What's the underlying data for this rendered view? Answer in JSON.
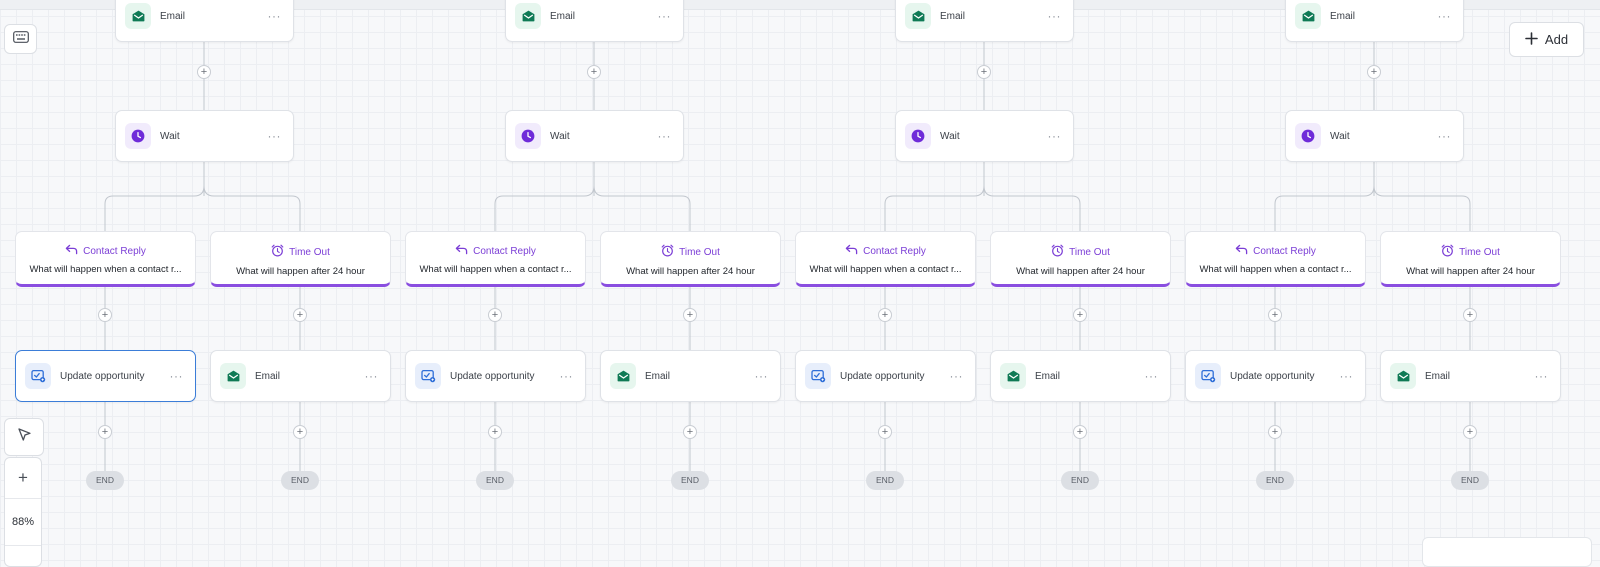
{
  "canvas": {
    "columns": [
      {
        "top_node": {
          "label": "Email",
          "icon": "email-icon"
        },
        "wait_node": {
          "label": "Wait",
          "icon": "clock-icon"
        },
        "branches": [
          {
            "title": "Contact Reply",
            "icon": "reply-arrow-icon",
            "description": "What will happen when a contact r...",
            "action": {
              "label": "Update opportunity",
              "icon": "update-opportunity-icon"
            },
            "end_label": "END"
          },
          {
            "title": "Time Out",
            "icon": "alarm-clock-icon",
            "description": "What will happen after 24 hour",
            "action": {
              "label": "Email",
              "icon": "email-icon"
            },
            "end_label": "END"
          }
        ]
      },
      {
        "top_node": {
          "label": "Email",
          "icon": "email-icon"
        },
        "wait_node": {
          "label": "Wait",
          "icon": "clock-icon"
        },
        "branches": [
          {
            "title": "Contact Reply",
            "icon": "reply-arrow-icon",
            "description": "What will happen when a contact r...",
            "action": {
              "label": "Update opportunity",
              "icon": "update-opportunity-icon"
            },
            "end_label": "END"
          },
          {
            "title": "Time Out",
            "icon": "alarm-clock-icon",
            "description": "What will happen after 24 hour",
            "action": {
              "label": "Email",
              "icon": "email-icon"
            },
            "end_label": "END"
          }
        ]
      },
      {
        "top_node": {
          "label": "Email",
          "icon": "email-icon"
        },
        "wait_node": {
          "label": "Wait",
          "icon": "clock-icon"
        },
        "branches": [
          {
            "title": "Contact Reply",
            "icon": "reply-arrow-icon",
            "description": "What will happen when a contact r...",
            "action": {
              "label": "Update opportunity",
              "icon": "update-opportunity-icon"
            },
            "end_label": "END"
          },
          {
            "title": "Time Out",
            "icon": "alarm-clock-icon",
            "description": "What will happen after 24 hour",
            "action": {
              "label": "Email",
              "icon": "email-icon"
            },
            "end_label": "END"
          }
        ]
      },
      {
        "top_node": {
          "label": "Email",
          "icon": "email-icon"
        },
        "wait_node": {
          "label": "Wait",
          "icon": "clock-icon"
        },
        "branches": [
          {
            "title": "Contact Reply",
            "icon": "reply-arrow-icon",
            "description": "What will happen when a contact r...",
            "action": {
              "label": "Update opportunity",
              "icon": "update-opportunity-icon"
            },
            "end_label": "END"
          },
          {
            "title": "Time Out",
            "icon": "alarm-clock-icon",
            "description": "What will happen after 24 hour",
            "action": {
              "label": "Email",
              "icon": "email-icon"
            },
            "end_label": "END"
          }
        ]
      }
    ],
    "more_icon": "ellipsis-icon",
    "add_step_icon": "plus-icon",
    "selected_action": "Update opportunity"
  },
  "toolbar": {
    "add_label": "Add",
    "add_icon": "plus-icon",
    "keyboard_icon": "keyboard-icon",
    "select_tool_icon": "cursor-arrow-icon",
    "zoom_in_icon": "plus-icon",
    "zoom_level": "88%"
  },
  "colors": {
    "accent_purple": "#8a4ee0",
    "email_green": "#0f7a55",
    "wait_purple": "#6f2bd9",
    "action_blue": "#2f6fd8",
    "selected_border": "#3b7dd8"
  }
}
